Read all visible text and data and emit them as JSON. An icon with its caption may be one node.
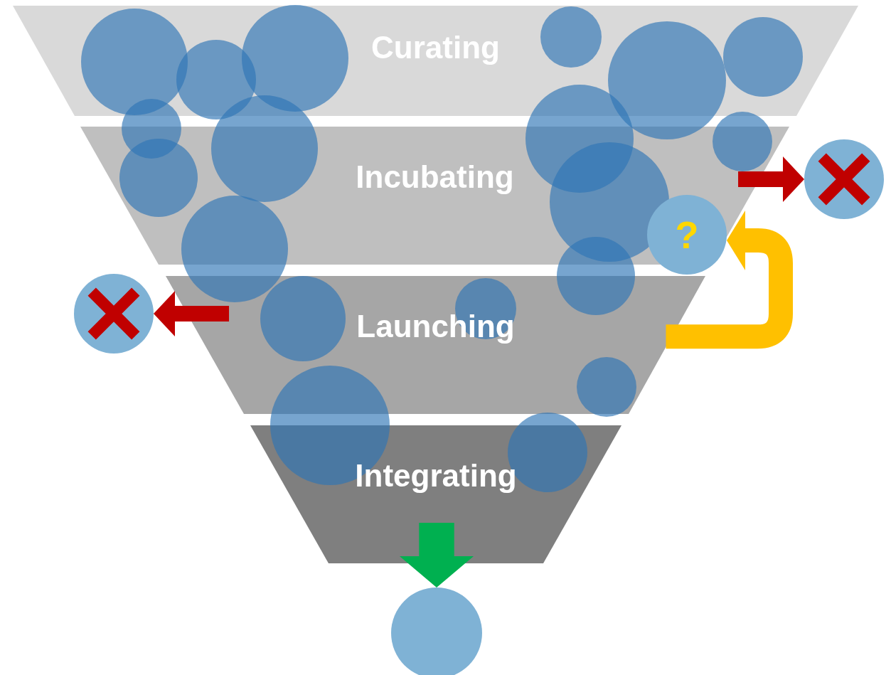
{
  "diagram": {
    "nodes": [
      {
        "text": [
          "Curating"
        ]
      },
      {
        "text": [
          "Incubating"
        ]
      },
      {
        "text": [
          "Launching"
        ]
      },
      {
        "text": [
          "Integrating"
        ]
      },
      {
        "text": [
          "?"
        ]
      },
      {
        "text": [],
        "shape": "circle"
      },
      {
        "text": [],
        "shape": "circle"
      },
      {
        "text": [],
        "shape": "circle"
      }
    ],
    "edges": [
      {
        "from": 1,
        "to": 5,
        "arrow": "to",
        "color": "#c00000"
      },
      {
        "from": 2,
        "to": 6,
        "arrow": "to",
        "color": "#c00000"
      },
      {
        "from": 2,
        "to": 4,
        "arrow": "to",
        "color": "#ffc000"
      },
      {
        "from": 3,
        "to": 7,
        "arrow": "to",
        "color": "#00b050",
        "style": "thick"
      }
    ]
  }
}
